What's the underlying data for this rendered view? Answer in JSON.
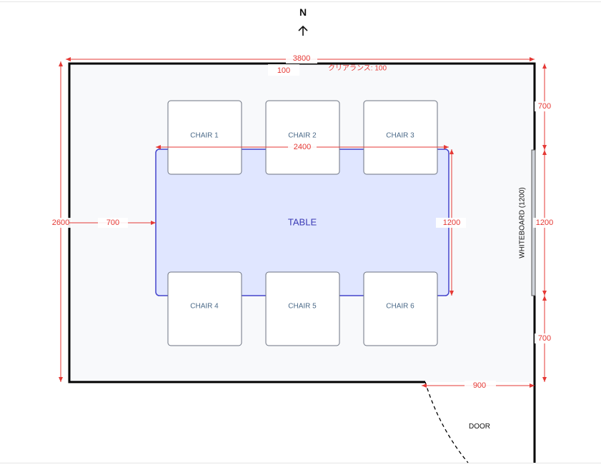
{
  "compass": {
    "label": "N"
  },
  "room": {
    "width_label": "3800",
    "height_label": "2600",
    "clearance_label": "クリアランス: 100",
    "clearance_value": "100"
  },
  "table": {
    "label": "TABLE",
    "width_label": "2400",
    "depth_label": "1200",
    "offset_label": "700"
  },
  "chairs": [
    "CHAIR 1",
    "CHAIR 2",
    "CHAIR 3",
    "CHAIR 4",
    "CHAIR 5",
    "CHAIR 6"
  ],
  "whiteboard": {
    "label": "WHITEBOARD (1200)",
    "top_label": "700",
    "length_label": "1200",
    "bottom_label": "700"
  },
  "door": {
    "label": "DOOR",
    "width_label": "900"
  },
  "colors": {
    "dimension": "#e53935",
    "table_fill": "#e0e6ff",
    "table_stroke": "#4444cc",
    "room_fill": "#f8f9fb"
  }
}
